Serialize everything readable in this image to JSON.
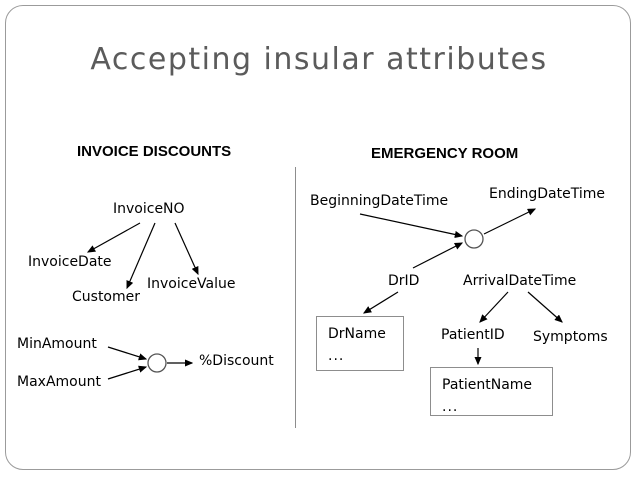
{
  "slide": {
    "title": "Accepting insular attributes",
    "title_color": "#5b5b5b",
    "frame_border_color": "#9b9b9b",
    "background_color": "#ffffff",
    "divider_color": "#8d8d8d"
  },
  "panels": {
    "left": {
      "heading": "INVOICE DISCOUNTS",
      "nodes": {
        "invoice_no": "InvoiceNO",
        "invoice_date": "InvoiceDate",
        "customer": "Customer",
        "invoice_value": "InvoiceValue",
        "min_amount": "MinAmount",
        "max_amount": "MaxAmount",
        "discount": "%Discount"
      }
    },
    "right": {
      "heading": "EMERGENCY ROOM",
      "nodes": {
        "beginning_date_time": "BeginningDateTime",
        "ending_date_time": "EndingDateTime",
        "dr_id": "DrID",
        "arrival_date_time": "ArrivalDateTime",
        "patient_id": "PatientID",
        "symptoms": "Symptoms"
      },
      "boxes": [
        {
          "title": "DrName",
          "ellipsis": "..."
        },
        {
          "title": "PatientName",
          "ellipsis": "..."
        }
      ]
    }
  },
  "boxes": {
    "drname": {
      "title": "DrName",
      "ellipsis": "..."
    },
    "patientname": {
      "title": "PatientName",
      "ellipsis": "..."
    }
  }
}
